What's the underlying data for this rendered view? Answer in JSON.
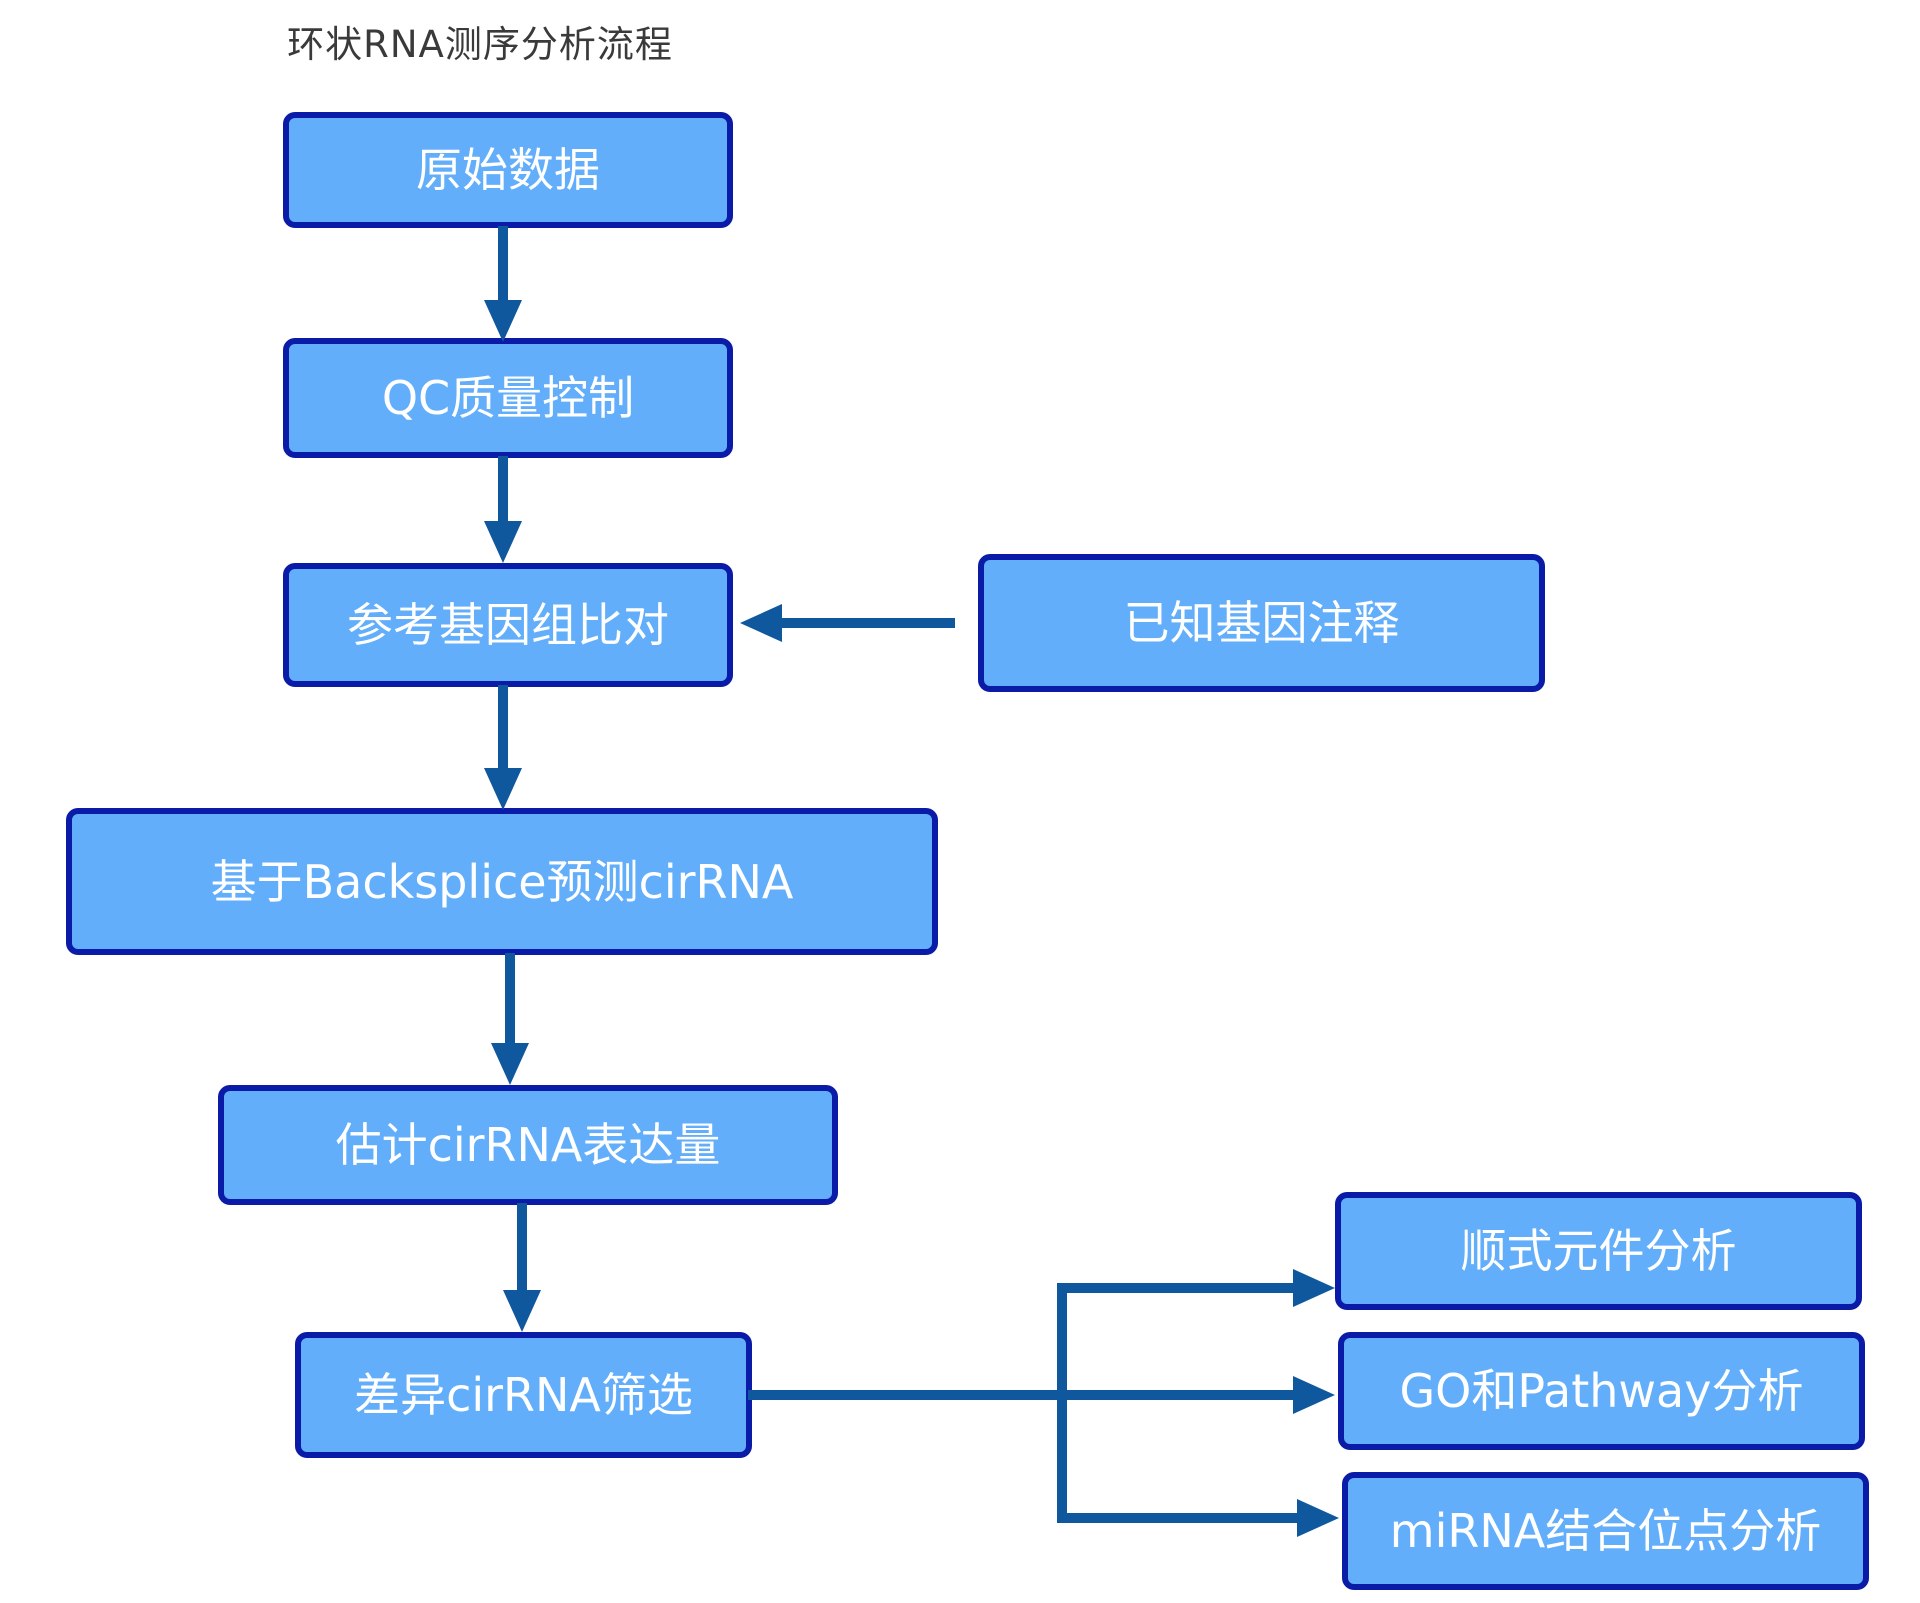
{
  "title": "环状RNA测序分析流程",
  "colors": {
    "background": "#FFFFFF",
    "box_fill": "#62AEFA",
    "box_border": "#0A1BA8",
    "box_text": "#FFFFFF",
    "arrow": "#10589E",
    "title_text": "#3A3A3A"
  },
  "nodes": {
    "raw_data": {
      "label": "原始数据"
    },
    "qc": {
      "label": "QC质量控制"
    },
    "align": {
      "label": "参考基因组比对"
    },
    "annotation": {
      "label": "已知基因注释"
    },
    "backsplice": {
      "label": "基于Backsplice预测cirRNA"
    },
    "expression": {
      "label": "估计cirRNA表达量"
    },
    "diff": {
      "label": "差异cirRNA筛选"
    },
    "cis_element": {
      "label": "顺式元件分析"
    },
    "go_pathway": {
      "label": "GO和Pathway分析"
    },
    "mirna_site": {
      "label": "miRNA结合位点分析"
    }
  },
  "edges": [
    {
      "from": "raw_data",
      "to": "qc"
    },
    {
      "from": "qc",
      "to": "align"
    },
    {
      "from": "annotation",
      "to": "align"
    },
    {
      "from": "align",
      "to": "backsplice"
    },
    {
      "from": "backsplice",
      "to": "expression"
    },
    {
      "from": "expression",
      "to": "diff"
    },
    {
      "from": "diff",
      "to": "cis_element"
    },
    {
      "from": "diff",
      "to": "go_pathway"
    },
    {
      "from": "diff",
      "to": "mirna_site"
    }
  ]
}
